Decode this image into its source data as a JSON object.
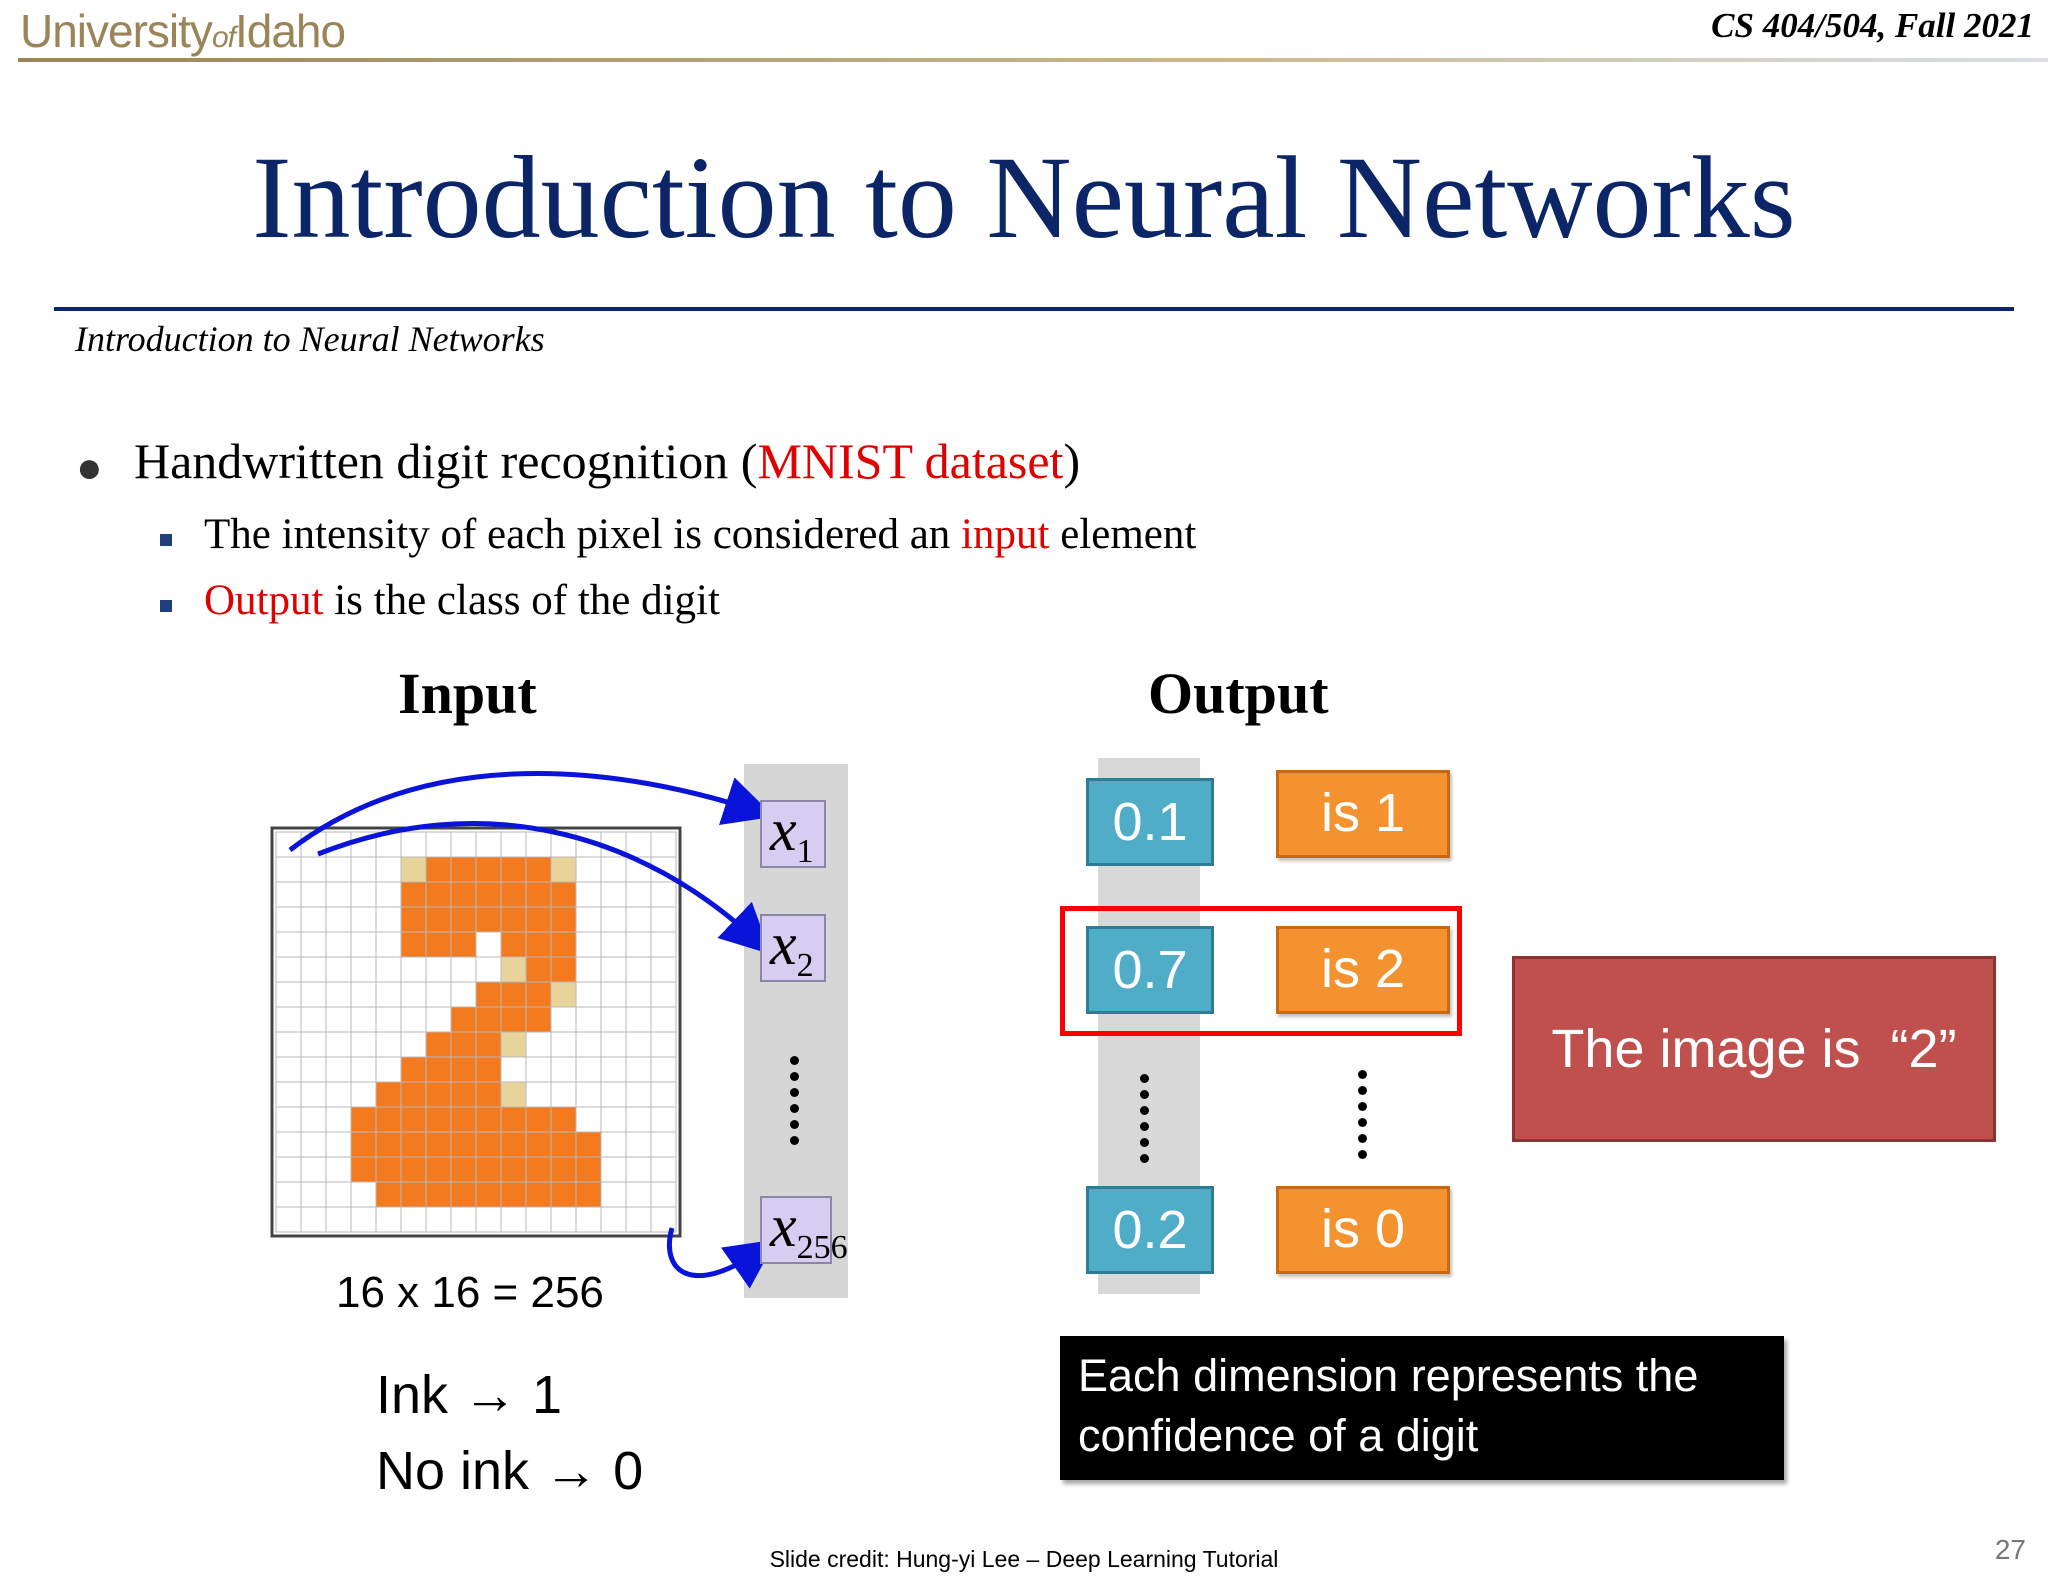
{
  "header": {
    "logo_main": "University",
    "logo_of": "of",
    "logo_end": "Idaho",
    "course": "CS 404/504, Fall 2021"
  },
  "title": "Introduction to Neural Networks",
  "subtitle": "Introduction to Neural Networks",
  "bullets": {
    "b1_before": "Handwritten digit recognition (",
    "b1_red": "MNIST dataset",
    "b1_after": ")",
    "b2_before": "The intensity of each pixel is considered an ",
    "b2_red": "input",
    "b2_after": " element",
    "b3_red": "Output",
    "b3_after": " is the class of the digit"
  },
  "input": {
    "heading": "Input",
    "grid_caption": "16 x 16 = 256",
    "ink_line1": "Ink → 1",
    "ink_line2": "No ink → 0",
    "x1": "x",
    "x1_sub": "1",
    "x2": "x",
    "x2_sub": "2",
    "x256": "x",
    "x256_sub": "256",
    "digit": 2,
    "ink_color": "#f47a1f",
    "arrow_color": "#0a14d8"
  },
  "output": {
    "heading": "Output",
    "values": [
      "0.1",
      "0.7",
      "0.2"
    ],
    "classes": [
      "is 1",
      "is 2",
      "is 0"
    ],
    "result": "The image is  “2”",
    "note_line1": "Each dimension represents the",
    "note_line2": "confidence of a digit"
  },
  "footer": {
    "credit": "Slide credit: Hung-yi Lee – Deep Learning Tutorial",
    "page": "27"
  }
}
